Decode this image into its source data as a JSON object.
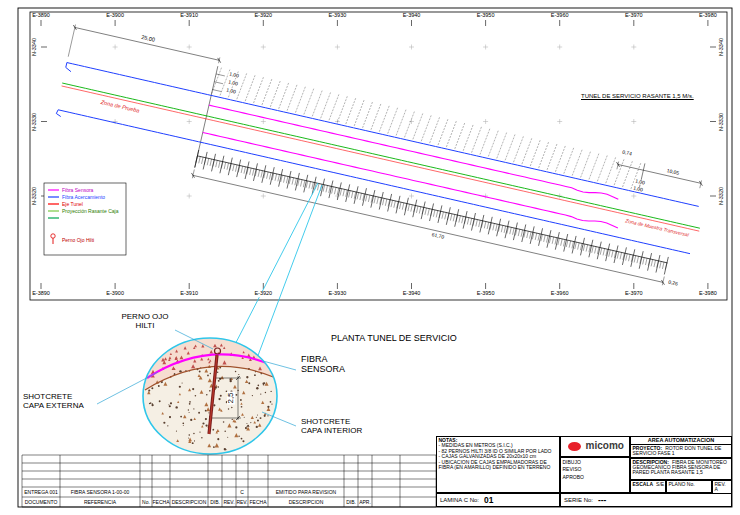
{
  "diagram": {
    "nodes": [
      {
        "text": [
          "NOTAS:",
          "- MEDIDAS EN METROS (S.I.C.)",
          "- 82 PERNOS HILTI 3/8 ID O SIMILAR POR LADO",
          "- CAJAS GALVANIZADAS DE 20x20x10 cm",
          "- UBICACION DE CAJAS EMPALMADORAS DE FIBRA (EN AMARILLO) DEFINIDO EN TERRENO"
        ]
      },
      {
        "text": [
          "micomo"
        ]
      },
      {
        "text": [
          "DIBUJO",
          "REVISO",
          "APROBO"
        ]
      },
      {
        "text": [
          "AREA AUTOMATIZACION"
        ]
      },
      {
        "text": [
          "PROYECTO:",
          "ROTOR DON TUNEL DE SERVICIO FASE 1"
        ]
      },
      {
        "text": [
          "DESCRIPCION:",
          "FIBRA DE MONITOREO GEOMECANICO FIBRA SENSORA DE PARED PLANTA RASANTE 1,5"
        ]
      },
      {
        "text": [
          "ESCALA",
          "S/E"
        ]
      },
      {
        "text": [
          "PLANO No."
        ]
      },
      {
        "text": [
          "REV.",
          "A"
        ]
      },
      {
        "text": [
          "LAMINA C No:",
          "01"
        ]
      },
      {
        "text": [
          "SERIE No:",
          "---"
        ]
      }
    ],
    "labels": [
      "E-3890",
      "E-3900",
      "E-3910",
      "E-3920",
      "E-3930",
      "E-3940",
      "E-3950",
      "E-3960",
      "E-3970",
      "E-3980",
      "E-3890",
      "E-3900",
      "E-3910",
      "E-3920",
      "E-3930",
      "E-3940",
      "E-3950",
      "E-3960",
      "E-3970",
      "E-3980",
      "N-3340",
      "N-3330",
      "N-3320",
      "N-3340",
      "N-3330",
      "N-3320",
      "TUNEL DE SERVICIO RASANTE 1,5 M/s.",
      "25,00",
      "1,00",
      "1,00",
      "1,00",
      "Zona de Prueba",
      "0,74",
      "1,00",
      "1,00",
      "10,05",
      "Zona de Muestra Transversal",
      "61,70",
      "0,26",
      "PLANTA TUNEL DE SERVICIO",
      "PERNO OJO HILTI",
      "FIBRA SENSORA",
      "SHOTCRETE CAPA EXTERNA",
      "SHOTCRETE CAPA INTERIOR",
      "2,5",
      "ENTREGA 001",
      "FIBRA SENSORA 1-00-00",
      "DOCUMENTO",
      "REFERENCIA",
      "No.",
      "FECHA",
      "DESCRIPCION",
      "DIB.",
      "REV.",
      "C",
      "EMITIDO PARA REVISION",
      "REV.",
      "FECHA",
      "DESCRIPCION",
      "DIB.",
      "APR."
    ],
    "legend": [
      {
        "text": "Fibra Sensora"
      },
      {
        "text": "Fibra Acercamiento"
      },
      {
        "text": "Eje Tunel"
      },
      {
        "text": "Proyección Rasante Caja"
      },
      {
        "text": "Perno Ojo Hilti"
      }
    ]
  }
}
